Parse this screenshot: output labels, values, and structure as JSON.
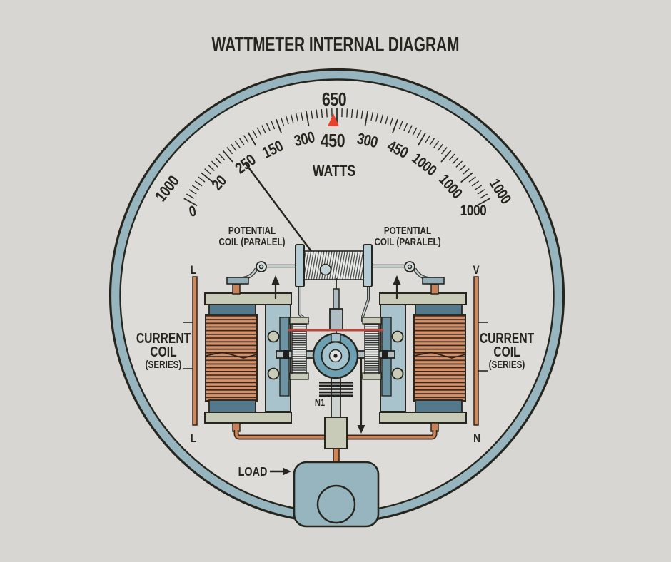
{
  "title": "WATTMETER INTERNAL DIAGRAM",
  "dial": {
    "unit": "WATTS",
    "scale_labels": [
      "1000",
      "0",
      "20",
      "250",
      "150",
      "300",
      "650",
      "450",
      "300",
      "450",
      "1000",
      "1000",
      "1000",
      "1000"
    ],
    "pointer_color": "#e8432e"
  },
  "labels": {
    "potential_coil_left_line1": "POTENTIAL",
    "potential_coil_left_line2": "COIL (PARALEL)",
    "potential_coil_right_line1": "POTENTIAL",
    "potential_coil_right_line2": "COIL (PARALEL)",
    "current_coil_left_line1": "CURRENT",
    "current_coil_left_line2": "COIL",
    "current_coil_left_line3": "(SERIES)",
    "current_coil_right_line1": "CURRENT",
    "current_coil_right_line2": "COIL",
    "current_coil_right_line3": "(SERIES)",
    "terminal_top_left": "L",
    "terminal_bottom_left": "L",
    "terminal_top_right": "V",
    "terminal_bottom_right": "N",
    "rotor_label": "N1",
    "load_label": "LOAD"
  },
  "colors": {
    "background": "#d7d6d2",
    "dial_face": "#dedcd8",
    "bezel_ring": "#97b5be",
    "ink": "#26261f",
    "copper": "#d4906a",
    "pointer_red": "#e8432e",
    "wire_red": "#c0443a",
    "panel_blue": "#a9c3cd",
    "plate_green": "#c9cbb9",
    "steel_cap": "#54788c"
  }
}
